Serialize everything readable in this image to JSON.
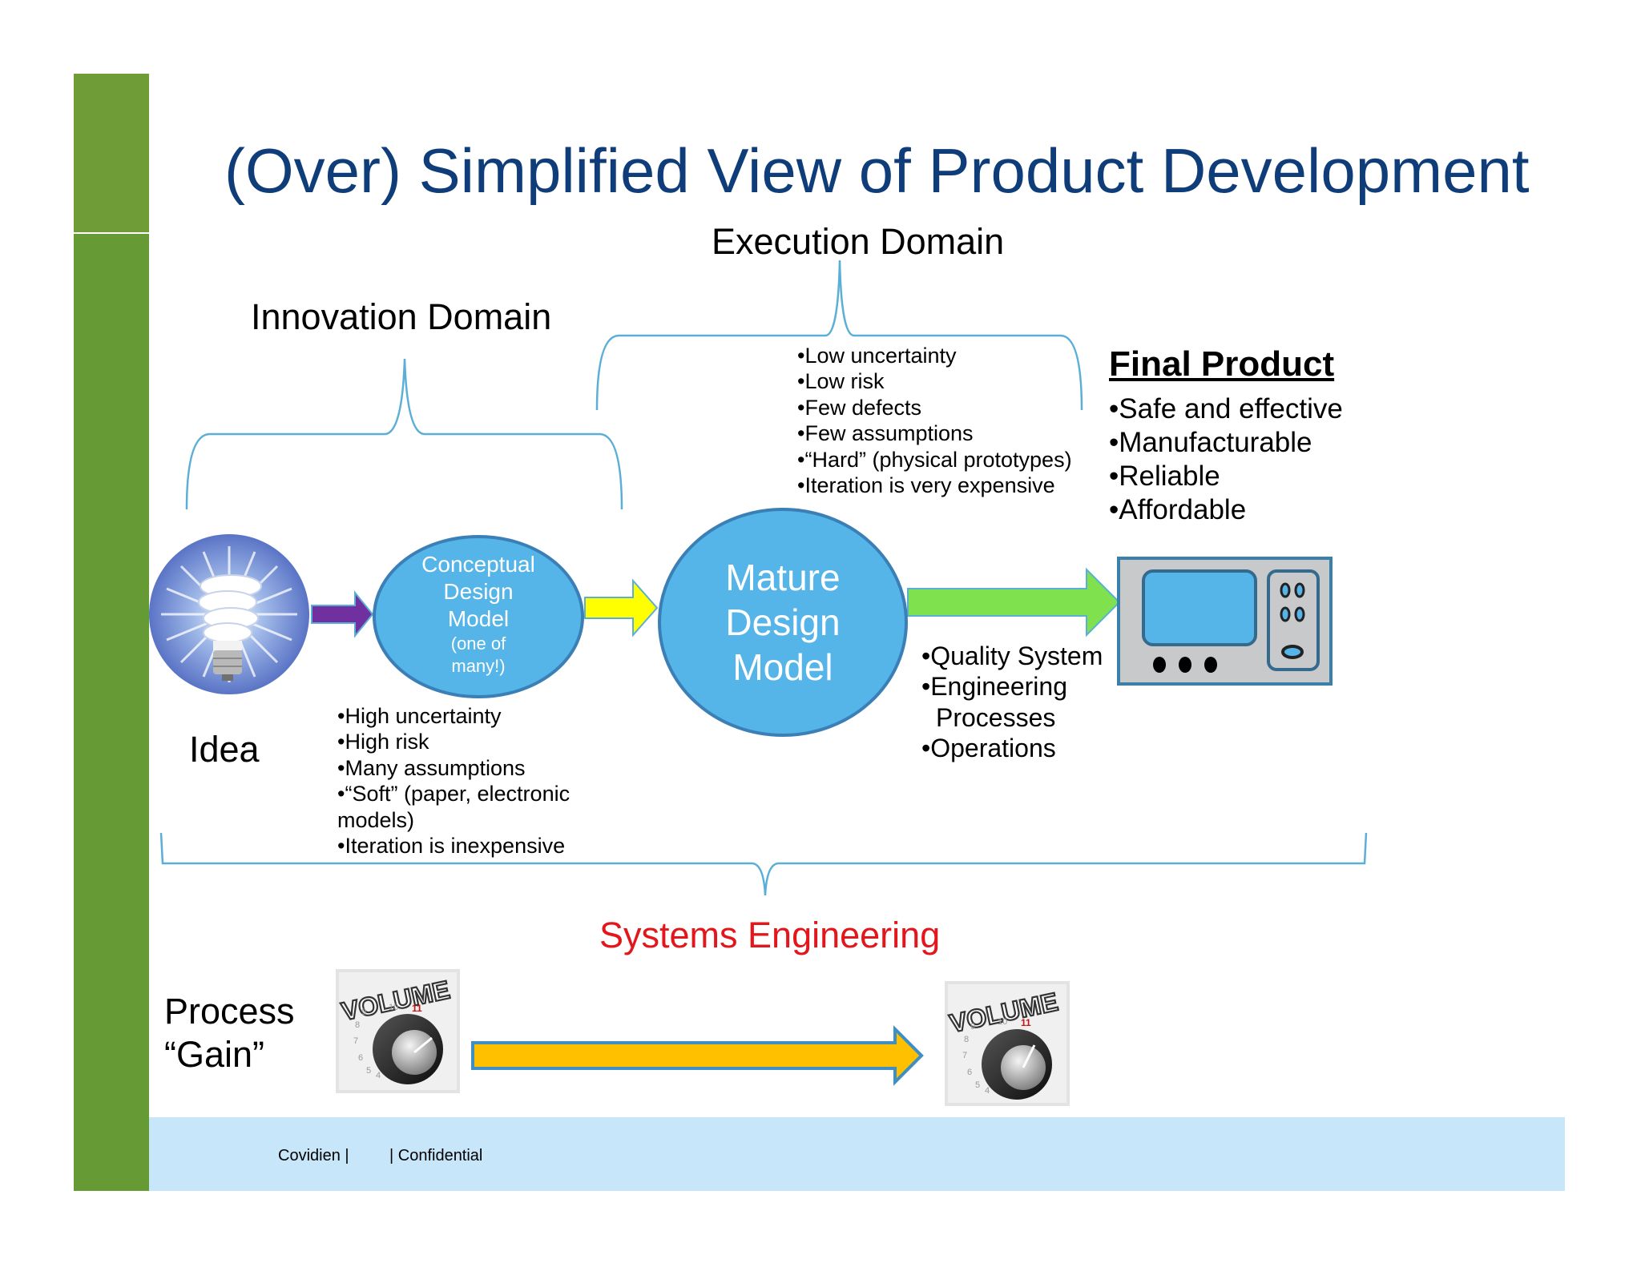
{
  "title": "(Over) Simplified View of Product Development",
  "domains": {
    "execution": "Execution Domain",
    "innovation": "Innovation Domain"
  },
  "idea": {
    "label": "Idea",
    "icon": "lightbulb-icon"
  },
  "conceptual_model": {
    "line1": "Conceptual",
    "line2": "Design",
    "line3": "Model",
    "note1": "(one of",
    "note2": "many!)"
  },
  "mature_model": {
    "line1": "Mature",
    "line2": "Design",
    "line3": "Model"
  },
  "innovation_bullets": [
    "•High uncertainty",
    "•High risk",
    "•Many assumptions",
    "•“Soft” (paper, electronic",
    "models)",
    "•Iteration is inexpensive"
  ],
  "execution_bullets": [
    "•Low uncertainty",
    "•Low risk",
    "•Few defects",
    "•Few assumptions",
    "•“Hard” (physical prototypes)",
    "•Iteration is very expensive"
  ],
  "final_product": {
    "title": "Final Product",
    "bullets": [
      "•Safe and effective",
      "•Manufacturable",
      "•Reliable",
      "•Affordable"
    ],
    "icon": "device-icon"
  },
  "process_bullets": [
    "•Quality System",
    "•Engineering",
    "Processes",
    "•Operations"
  ],
  "systems_engineering": "Systems Engineering",
  "process_gain": {
    "line1": "Process",
    "line2": "“Gain”"
  },
  "volume_knob": {
    "word": "VOLUME",
    "ticks": [
      "4",
      "5",
      "6",
      "7",
      "8",
      "9",
      "10",
      "11"
    ]
  },
  "footer": {
    "company": "Covidien |",
    "confidential": "| Confidential"
  },
  "colors": {
    "title": "#0f3d7a",
    "sidebar": "#6f9c37",
    "footer_bar": "#c8e6f9",
    "circle": "#55b4e8",
    "brace": "#5bafd6",
    "arrow_purple": "#7030a0",
    "arrow_yellow": "#ffff00",
    "arrow_green": "#7fe14e",
    "arrow_orange": "#ffc000",
    "systems_engineering": "#e3161b"
  }
}
